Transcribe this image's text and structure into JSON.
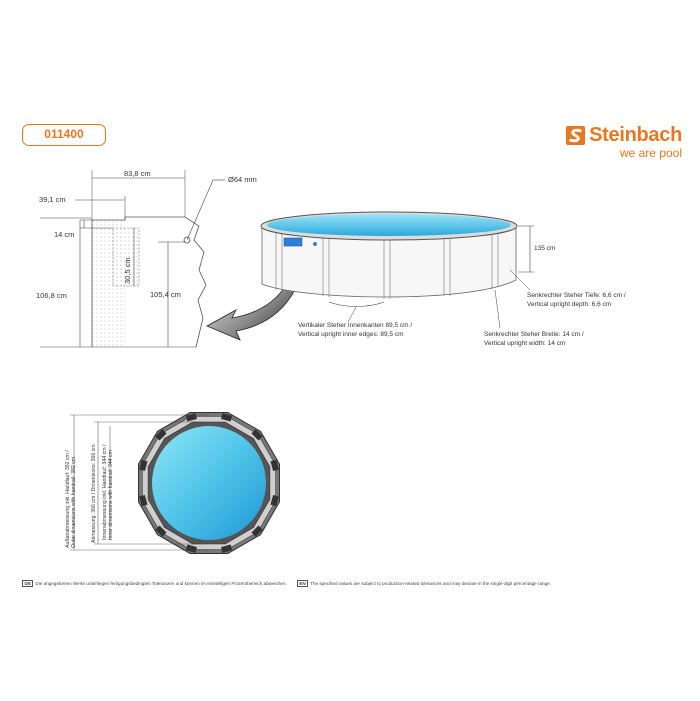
{
  "product_code": "011400",
  "brand": {
    "name": "Steinbach",
    "tagline": "we are pool",
    "color": "#e87722"
  },
  "upright_section": {
    "width_label": "83,8 cm",
    "offset_label": "39,1 cm",
    "hole_label": "Ø64 mm",
    "top_label": "14 cm",
    "window_label": "30,5 cm",
    "height_label": "106,8 cm",
    "inner_height_label": "105,4 cm"
  },
  "pool_view": {
    "height_label": "135 cm",
    "inner_edges_de": "Vertikaler Steher Innenkanten  89,5 cm /",
    "inner_edges_en": "Vertical upright inner edges: 89,5 cm",
    "depth_de": "Senkrechter Steher Tiefe: 6,6 cm /",
    "depth_en": "Vertical upright depth: 6,6 cm",
    "width_de": "Senkrechter Steher Breite: 14 cm /",
    "width_en": "Vertical upright width: 14 cm"
  },
  "top_view": {
    "outer_de": "Außenabmessung inkl. Handlauf: 392 cm /",
    "outer_en": "Outer dimensions with handrail: 392 cm",
    "dim_label": "Abmessung: 366 cm / Dimensions: 366 cm",
    "inner_de": "Innenabmessung inkl. Handlauf: 344 cm /",
    "inner_en": "Inner dimensions with handrail: 344 cm"
  },
  "footer": {
    "de_flag": "DE",
    "de_text": "Die angegebenen Werte unterliegen fertigungsbedingten Toleranzen und können im einstelligen Prozentbereich abweichen.",
    "en_flag": "EN",
    "en_text": "The specified values are subject to production-related tolerances and may deviate in the single-digit percentage range."
  },
  "colors": {
    "water": "#2aa8dc",
    "water_light": "#6fd4f0",
    "frame": "#555555",
    "accent": "#e87722"
  }
}
